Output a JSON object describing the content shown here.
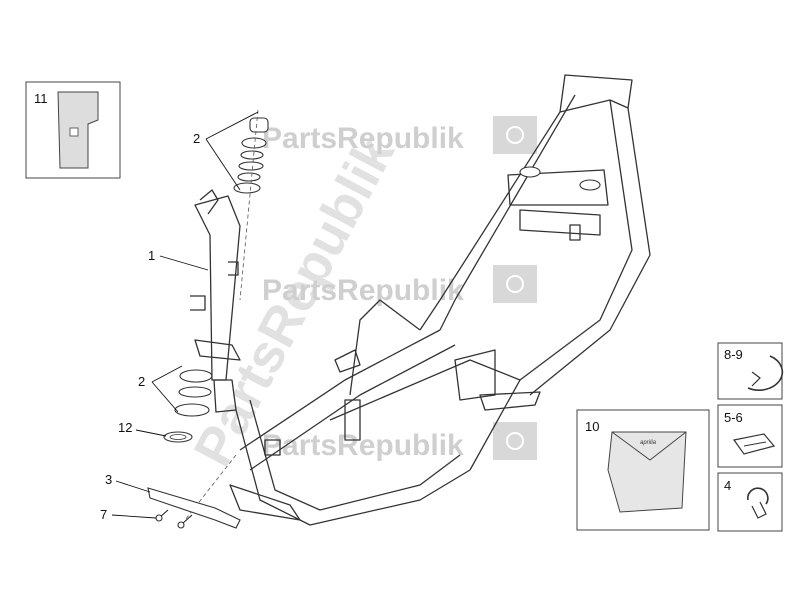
{
  "watermark": {
    "brand": "PartsRepublik"
  },
  "callouts": {
    "c1": "1",
    "c2a": "2",
    "c2b": "2",
    "c3": "3",
    "c7": "7",
    "c12": "12"
  },
  "boxes": {
    "b11": "11",
    "b10": "10",
    "b89": "8-9",
    "b56": "5-6",
    "b4": "4"
  },
  "bag_logo": "aprilia"
}
